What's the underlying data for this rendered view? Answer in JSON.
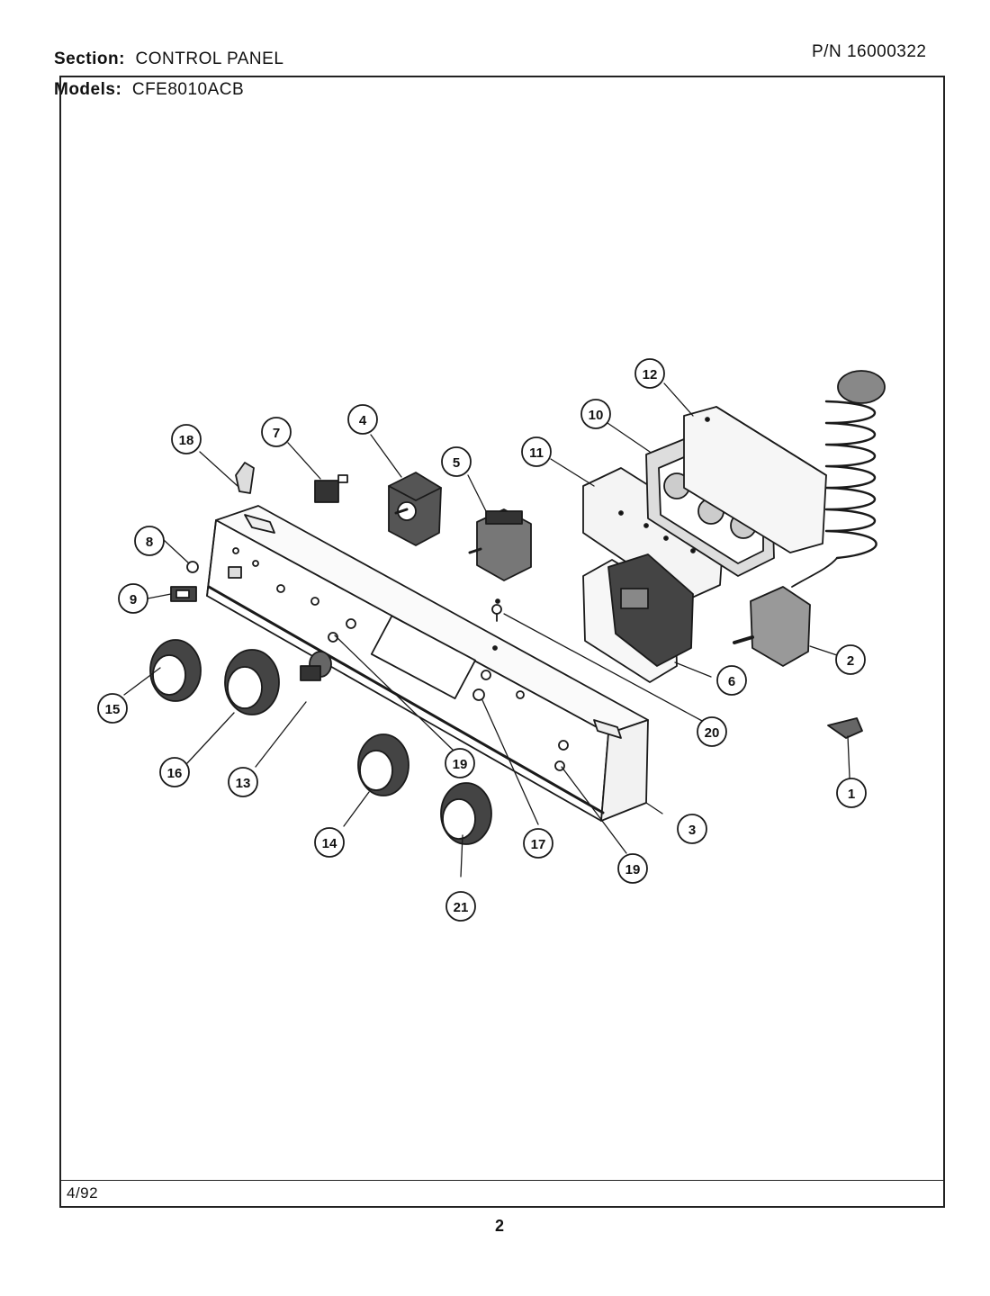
{
  "header": {
    "section_label": "Section:",
    "section_value": "CONTROL PANEL",
    "pn": "P/N 16000322",
    "models_label": "Models:",
    "models_value": "CFE8010ACB"
  },
  "footer": {
    "date": "4/92",
    "page_number": "2"
  },
  "callouts": [
    {
      "id": "1",
      "label": "1"
    },
    {
      "id": "2",
      "label": "2"
    },
    {
      "id": "3",
      "label": "3"
    },
    {
      "id": "4",
      "label": "4"
    },
    {
      "id": "5",
      "label": "5"
    },
    {
      "id": "6",
      "label": "6"
    },
    {
      "id": "7",
      "label": "7"
    },
    {
      "id": "8",
      "label": "8"
    },
    {
      "id": "9",
      "label": "9"
    },
    {
      "id": "10",
      "label": "10"
    },
    {
      "id": "11",
      "label": "11"
    },
    {
      "id": "12",
      "label": "12"
    },
    {
      "id": "13",
      "label": "13"
    },
    {
      "id": "14",
      "label": "14"
    },
    {
      "id": "15",
      "label": "15"
    },
    {
      "id": "16",
      "label": "16"
    },
    {
      "id": "17",
      "label": "17"
    },
    {
      "id": "18",
      "label": "18"
    },
    {
      "id": "19a",
      "label": "19"
    },
    {
      "id": "19b",
      "label": "19"
    },
    {
      "id": "20",
      "label": "20"
    },
    {
      "id": "21",
      "label": "21"
    }
  ]
}
